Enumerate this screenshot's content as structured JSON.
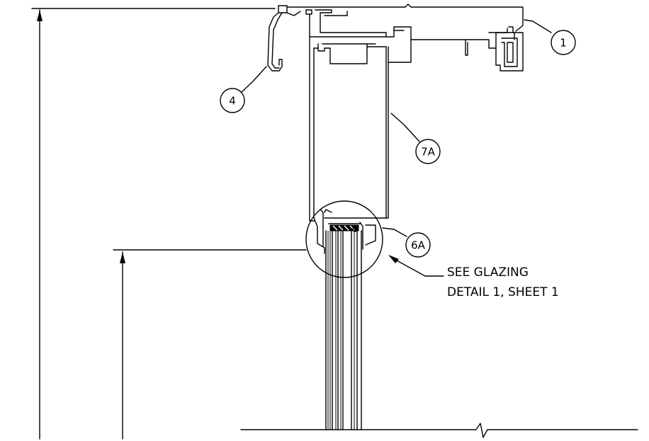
{
  "callouts": {
    "c1": "1",
    "c4": "4",
    "c7a": "7A",
    "c6a": "6A"
  },
  "note": {
    "line1": "SEE GLAZING",
    "line2": "DETAIL 1, SHEET 1"
  },
  "colors": {
    "ink": "#000000",
    "paper": "#ffffff"
  }
}
